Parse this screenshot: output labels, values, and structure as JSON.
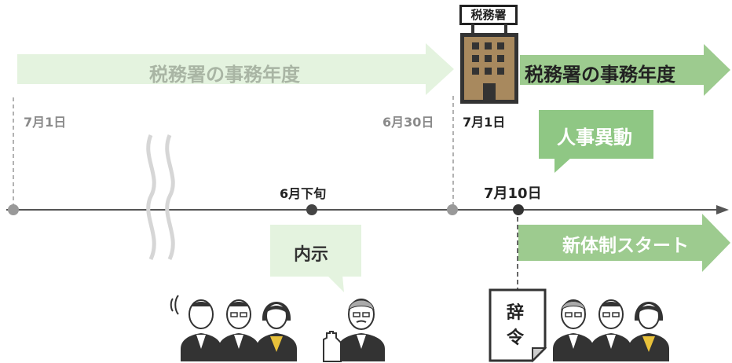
{
  "arrows": {
    "previous_year": {
      "label": "税務署の事務年度"
    },
    "current_year": {
      "label": "税務署の事務年度"
    },
    "new_structure": {
      "label": "新体制スタート"
    }
  },
  "dates": {
    "start": "7月1日",
    "late_june": "6月下旬",
    "june_30": "6月30日",
    "july_1": "7月1日",
    "july_10": "7月10日"
  },
  "bubbles": {
    "personnel_transfer": "人事異動",
    "informal_notice": "内示"
  },
  "building": {
    "sign": "税務署"
  },
  "document": {
    "text_line1": "辞",
    "text_line2": "令"
  },
  "colors": {
    "light_green": "#e4f3df",
    "mid_green": "#9dcb8f",
    "bubble_green": "#8fc784",
    "line": "#555555",
    "building": "#a8895e"
  }
}
